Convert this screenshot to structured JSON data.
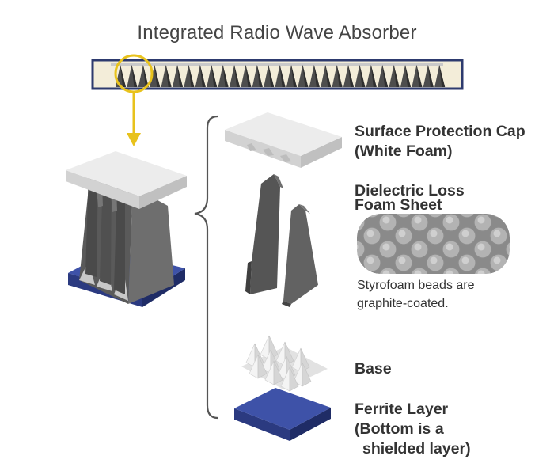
{
  "title": "Integrated Radio Wave Absorber",
  "labels": {
    "cap_line1": "Surface Protection Cap",
    "cap_line2": "(White Foam)",
    "dielectric_line1": "Dielectric Loss",
    "dielectric_line2": "Foam Sheet",
    "beads_line1": "Styrofoam beads are",
    "beads_line2": "graphite-coated.",
    "base": "Base",
    "ferrite_line1": "Ferrite Layer",
    "ferrite_line2": "(Bottom is a",
    "ferrite_line3": "shielded layer)"
  },
  "colors": {
    "foam_white": "#e6e6e6",
    "foam_dark": "#555555",
    "ferrite_blue": "#3a4d9f",
    "highlight_yellow": "#e8c21c",
    "strip_frame": "#2d3a6e",
    "strip_background": "#f3edd9"
  }
}
